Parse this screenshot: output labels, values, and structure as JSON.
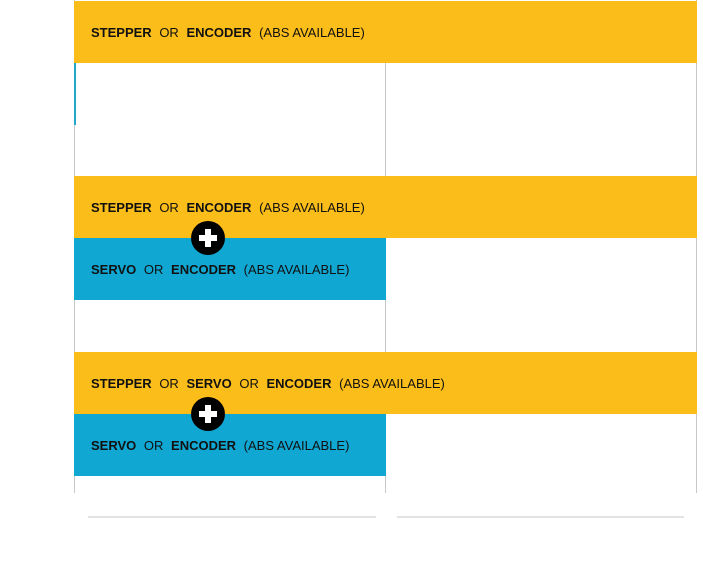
{
  "colors": {
    "yellow": "#fbbd19",
    "blue": "#10a7d3",
    "accent": "#22a6c8"
  },
  "rows": [
    {
      "yellow_band": [
        {
          "text": "STEPPER",
          "strong": true
        },
        {
          "text": "OR",
          "strong": false
        },
        {
          "text": "ENCODER",
          "strong": true
        },
        {
          "text": "(ABS AVAILABLE)",
          "strong": false
        }
      ]
    },
    {
      "yellow_band": [
        {
          "text": "STEPPER",
          "strong": true
        },
        {
          "text": "OR",
          "strong": false
        },
        {
          "text": "ENCODER",
          "strong": true
        },
        {
          "text": "(ABS AVAILABLE)",
          "strong": false
        }
      ],
      "blue_band": [
        {
          "text": "SERVO",
          "strong": true
        },
        {
          "text": "OR",
          "strong": false
        },
        {
          "text": "ENCODER",
          "strong": true
        },
        {
          "text": "(ABS AVAILABLE)",
          "strong": false
        }
      ],
      "connector_icon": "plus-circle-icon"
    },
    {
      "yellow_band": [
        {
          "text": "STEPPER",
          "strong": true
        },
        {
          "text": "OR",
          "strong": false
        },
        {
          "text": "SERVO",
          "strong": true
        },
        {
          "text": "OR",
          "strong": false
        },
        {
          "text": "ENCODER",
          "strong": true
        },
        {
          "text": "(ABS AVAILABLE)",
          "strong": false
        }
      ],
      "blue_band": [
        {
          "text": "SERVO",
          "strong": true
        },
        {
          "text": "OR",
          "strong": false
        },
        {
          "text": "ENCODER",
          "strong": true
        },
        {
          "text": "(ABS AVAILABLE)",
          "strong": false
        }
      ],
      "connector_icon": "plus-circle-icon"
    }
  ]
}
